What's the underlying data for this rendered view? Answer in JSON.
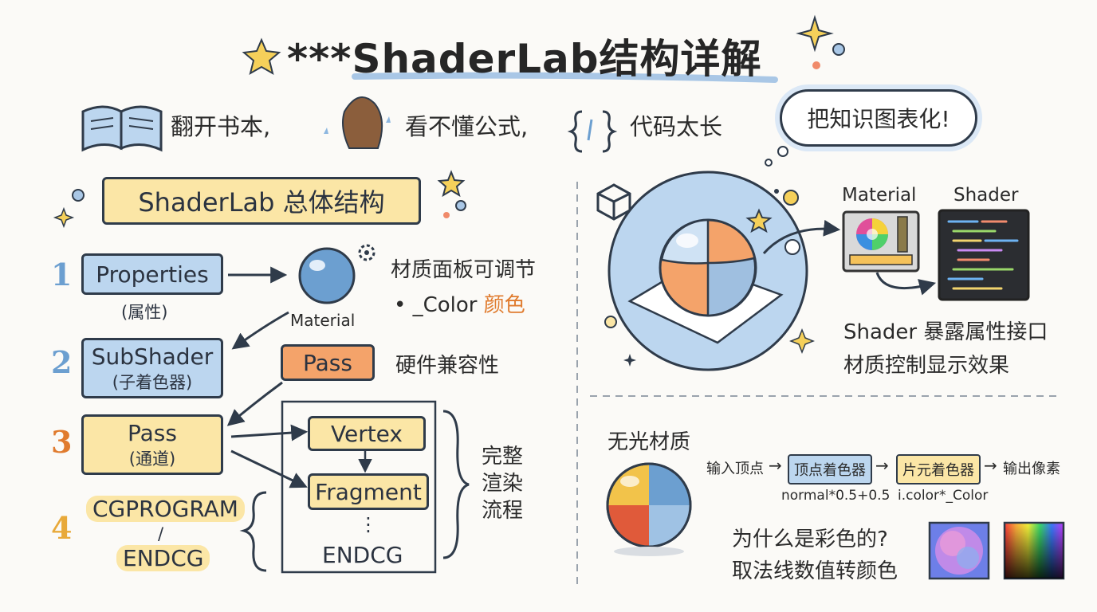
{
  "title": "***ShaderLab结构详解",
  "intro": {
    "item1": "翻开书本,",
    "item2": "看不懂公式,",
    "item3": "代码太长",
    "cloud": "把知识图表化!"
  },
  "overview": {
    "heading": "ShaderLab 总体结构",
    "steps": [
      {
        "num": "1",
        "label": "Properties",
        "sub": "(属性)"
      },
      {
        "num": "2",
        "label": "SubShader",
        "sub": "(子着色器)"
      },
      {
        "num": "3",
        "label": "Pass",
        "sub": "(通道)"
      },
      {
        "num": "4",
        "label": "CGPROGRAM",
        "sub": "ENDCG",
        "slash": "/"
      }
    ],
    "material_label": "Material",
    "material_note": "材质面板可调节",
    "color_bullet": "• _Color",
    "color_word": "颜色",
    "pass_tag": "Pass",
    "pass_note": "硬件兼容性",
    "vertex": "Vertex",
    "fragment": "Fragment",
    "dots": "⋮",
    "endcg": "ENDCG",
    "pipeline_note": [
      "完整",
      "渲染",
      "流程"
    ]
  },
  "right_top": {
    "material_label": "Material",
    "shader_label": "Shader",
    "note1": "Shader 暴露属性接口",
    "note2": "材质控制显示效果"
  },
  "right_bottom": {
    "heading": "无光材质",
    "flow": {
      "input": "输入顶点",
      "vs": "顶点着色器",
      "fs": "片元着色器",
      "output": "输出像素",
      "vs_formula": "normal*0.5+0.5",
      "fs_formula": "i.color*_Color"
    },
    "question": "为什么是彩色的?",
    "answer": "取法线数值转颜色"
  },
  "colors": {
    "blue": "#bcd6ef",
    "yellow": "#fbe6a6",
    "orange": "#f4a36a",
    "outline": "#2f3b4a",
    "accent_orange": "#e07b2e"
  },
  "icons": [
    "book-icon",
    "confused-person-icon",
    "code-braces-icon",
    "unity-logo-icon",
    "gear-icon",
    "star-icon"
  ]
}
